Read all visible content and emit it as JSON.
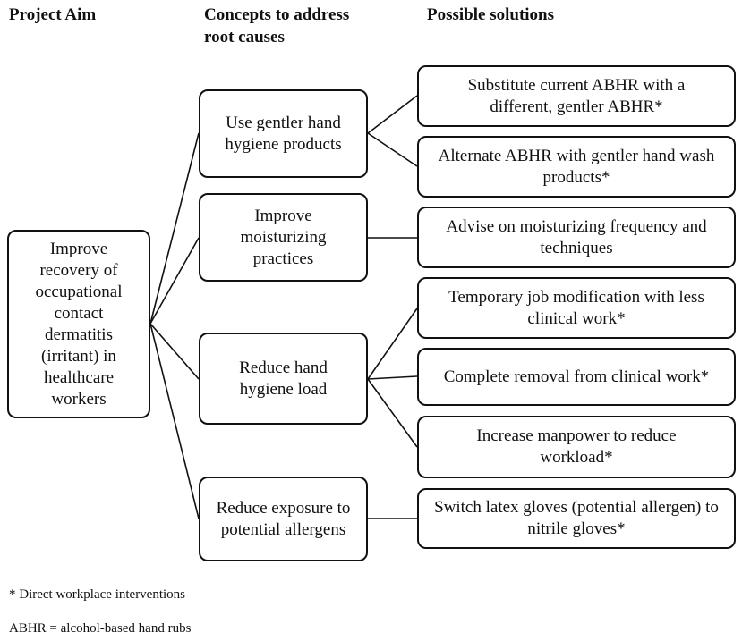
{
  "headers": {
    "aim": "Project Aim",
    "concepts": "Concepts to address root causes",
    "solutions": "Possible solutions"
  },
  "aim_box": "Improve recovery of occupational contact dermatitis (irritant) in healthcare workers",
  "concepts": [
    {
      "label": "Use gentler hand hygiene products"
    },
    {
      "label": "Improve moisturizing practices"
    },
    {
      "label": "Reduce hand hygiene load"
    },
    {
      "label": "Reduce exposure to potential allergens"
    }
  ],
  "solutions": [
    {
      "label": "Substitute current ABHR with a different, gentler ABHR*"
    },
    {
      "label": "Alternate ABHR with gentler hand wash products*"
    },
    {
      "label": "Advise on moisturizing frequency and techniques"
    },
    {
      "label": "Temporary job modification with less clinical work*"
    },
    {
      "label": "Complete removal from clinical work*"
    },
    {
      "label": "Increase manpower to reduce workload*"
    },
    {
      "label": "Switch latex gloves (potential allergen) to nitrile gloves*"
    }
  ],
  "footnotes": {
    "direct": "* Direct workplace interventions",
    "abhr": "ABHR = alcohol-based hand rubs"
  }
}
